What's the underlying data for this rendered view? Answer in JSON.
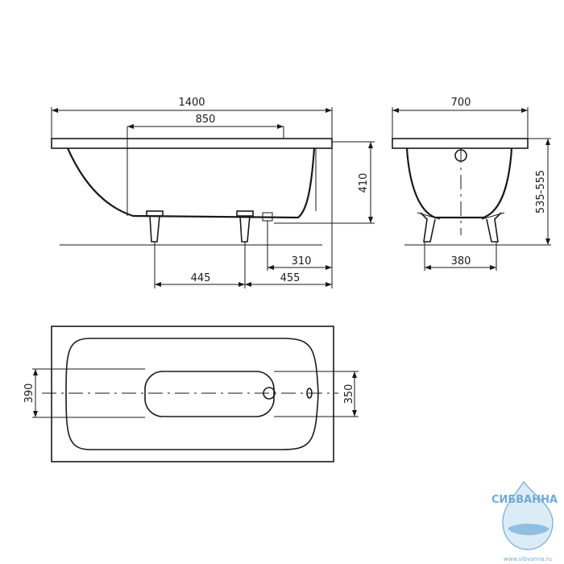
{
  "dimensions": {
    "length_total": "1400",
    "inner_length": "850",
    "height_rim": "410",
    "foot_spacing": "445",
    "foot_to_end": "455",
    "drain_offset": "310",
    "width_total": "700",
    "height_range": "535-555",
    "foot_width": "380",
    "top_inner_width": "390",
    "top_bottom_width": "350"
  },
  "watermark": {
    "brand": "СИБВАННА",
    "site": "www.sibvanna.ru",
    "color": "#3f8fc9"
  }
}
